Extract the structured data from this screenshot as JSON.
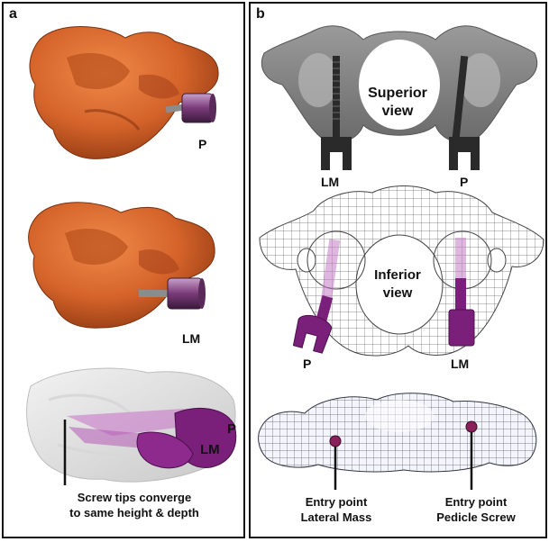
{
  "panel_a": {
    "letter": "a",
    "label_p": "P",
    "label_lm": "LM",
    "label_p_3d": "P",
    "label_lm_3d": "LM",
    "caption_line1": "Screw tips converge",
    "caption_line2": "to same height & depth"
  },
  "panel_b": {
    "letter": "b",
    "superior_line1": "Superior",
    "superior_line2": "view",
    "sup_label_lm": "LM",
    "sup_label_p": "P",
    "inferior_line1": "Inferior",
    "inferior_line2": "view",
    "inf_label_p": "P",
    "inf_label_lm": "LM",
    "entry_lm_line1": "Entry point",
    "entry_lm_line2": "Lateral Mass",
    "entry_p_line1": "Entry point",
    "entry_p_line2": "Pedicle Screw"
  },
  "colors": {
    "bone": "#d4632a",
    "bone_dark": "#9a3b14",
    "screw_purple": "#7a1f7a",
    "mesh": "#555555"
  }
}
